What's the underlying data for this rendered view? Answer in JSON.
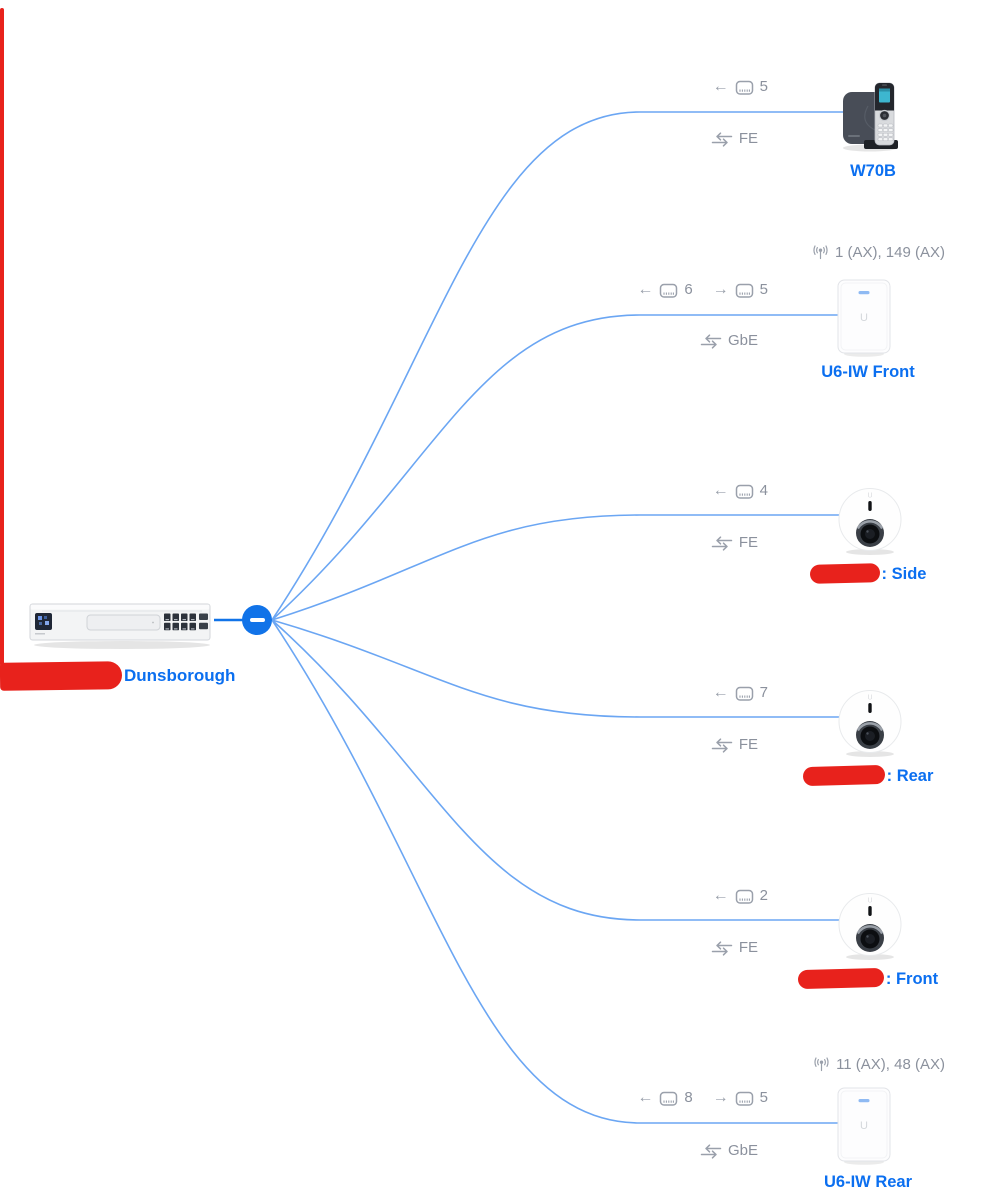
{
  "colors": {
    "accent_blue": "#1173e8",
    "link_blue": "#6ba6f3",
    "label_blue": "#0b6ff0",
    "muted_gray": "#8b919d",
    "redaction_red": "#e8221c"
  },
  "icons": {
    "arrow_left": "←",
    "arrow_right": "→",
    "ubiquiti_logo": "U"
  },
  "hub": {
    "state": "expanded",
    "symbol": "minus"
  },
  "gateway": {
    "label": "Dunsborough",
    "redacted_prefix": true,
    "device_icon": "rack-gateway"
  },
  "devices": [
    {
      "label": "W70B",
      "device_icon": "phone",
      "uplink_port": "5",
      "link_speed": "FE"
    },
    {
      "label": "U6-IW Front",
      "device_icon": "access-point",
      "uplink_port": "6",
      "downlink_port": "5",
      "link_speed": "GbE",
      "channels": "1 (AX), 149 (AX)"
    },
    {
      "label": ": Side",
      "device_icon": "dome-camera",
      "uplink_port": "4",
      "link_speed": "FE",
      "redacted_prefix": true
    },
    {
      "label": ": Rear",
      "device_icon": "dome-camera",
      "uplink_port": "7",
      "link_speed": "FE",
      "redacted_prefix": true
    },
    {
      "label": ": Front",
      "device_icon": "dome-camera",
      "uplink_port": "2",
      "link_speed": "FE",
      "redacted_prefix": true
    },
    {
      "label": "U6-IW Rear",
      "device_icon": "access-point",
      "uplink_port": "8",
      "downlink_port": "5",
      "link_speed": "GbE",
      "channels": "11 (AX), 48 (AX)"
    }
  ]
}
